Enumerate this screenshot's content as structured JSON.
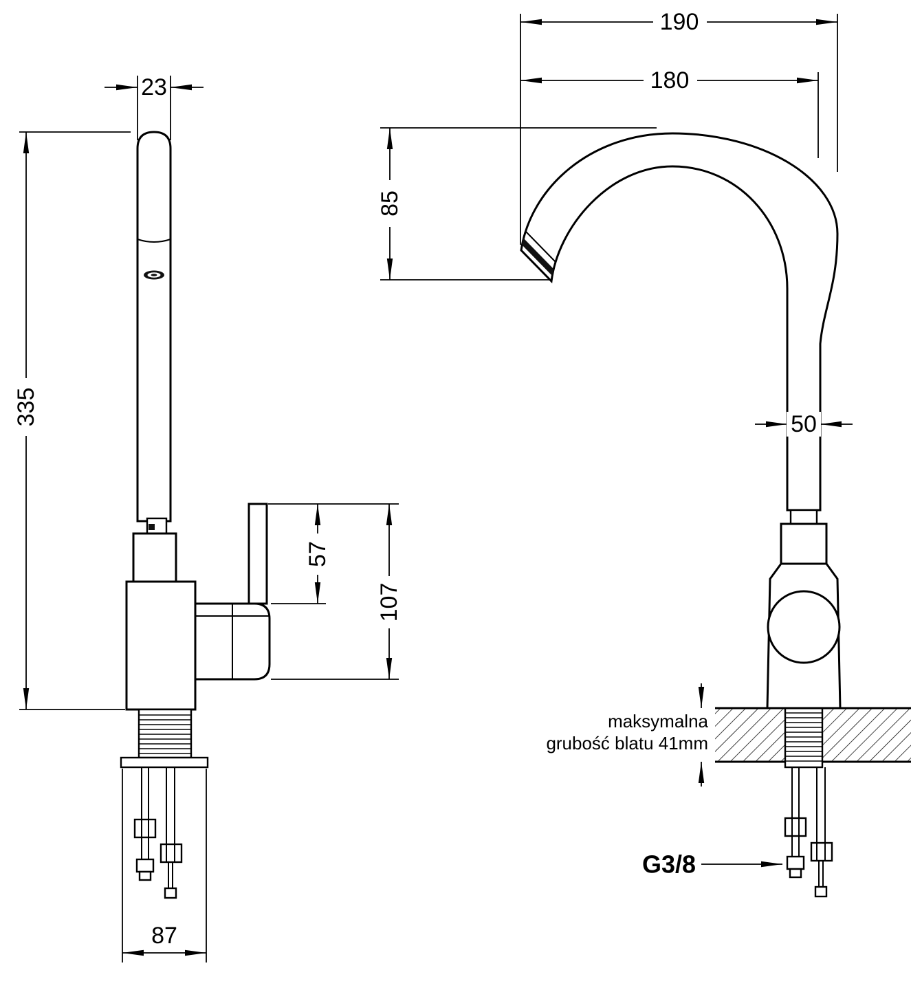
{
  "drawing": {
    "left_view": {
      "spout_width": "23",
      "total_height": "335",
      "lever_height": "57",
      "body_height": "107",
      "base_width": "87"
    },
    "right_view": {
      "overall_reach": "190",
      "spout_reach": "180",
      "spout_drop": "85",
      "pipe_width": "50",
      "thickness_note_line1": "maksymalna",
      "thickness_note_line2": "grubość blatu 41mm",
      "thread_label": "G3/8"
    },
    "colors": {
      "line": "#000000",
      "background": "#ffffff"
    }
  }
}
